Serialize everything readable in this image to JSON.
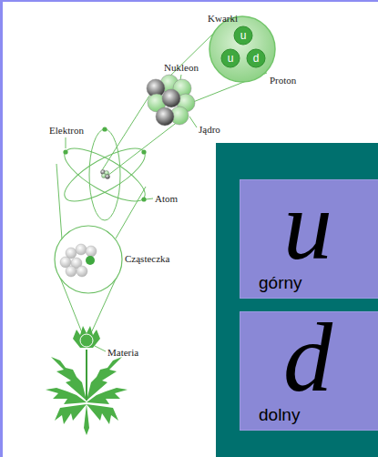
{
  "diagram": {
    "nodes": [
      {
        "text": [
          "u"
        ]
      },
      {
        "text": [
          "u"
        ]
      },
      {
        "text": [
          "d"
        ]
      },
      {
        "text": [
          "u",
          "górny"
        ]
      },
      {
        "text": [
          "d",
          "dolny"
        ]
      }
    ],
    "labels": [
      "Kwarki",
      "Nukleon",
      "Proton",
      "Jądro",
      "Elektron",
      "Atom",
      "Cząsteczka",
      "Materia"
    ]
  }
}
